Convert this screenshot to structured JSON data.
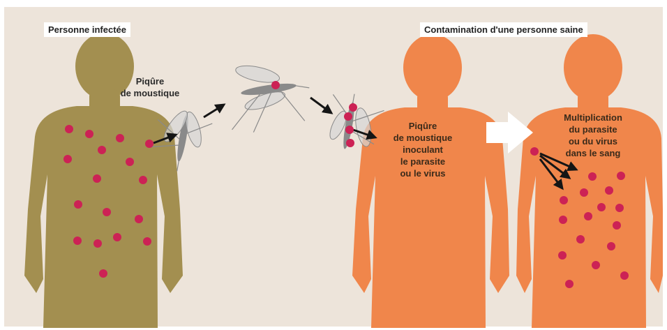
{
  "labels": {
    "infected": "Personne infectée",
    "contamination": "Contamination d'une personne saine"
  },
  "captions": {
    "bite": [
      "Piqûre",
      "de moustique"
    ],
    "inoculation": [
      "Piqûre",
      "de moustique",
      "inoculant",
      "le parasite",
      "ou le virus"
    ],
    "multiplication": [
      "Multiplication",
      "du parasite",
      "ou du virus",
      "dans le  sang"
    ]
  },
  "colors": {
    "background": "#ede4da",
    "infected_body": "#a38f50",
    "healthy_body": "#f0864b",
    "pathogen_dot": "#cc2255",
    "mosquito": "#8a8a8a",
    "arrow": "#151515",
    "big_arrow": "#ffffff"
  },
  "icons": {
    "mosquito": "mosquito-icon",
    "pathogen": "pathogen-dot-icon",
    "arrow": "arrow-icon"
  }
}
